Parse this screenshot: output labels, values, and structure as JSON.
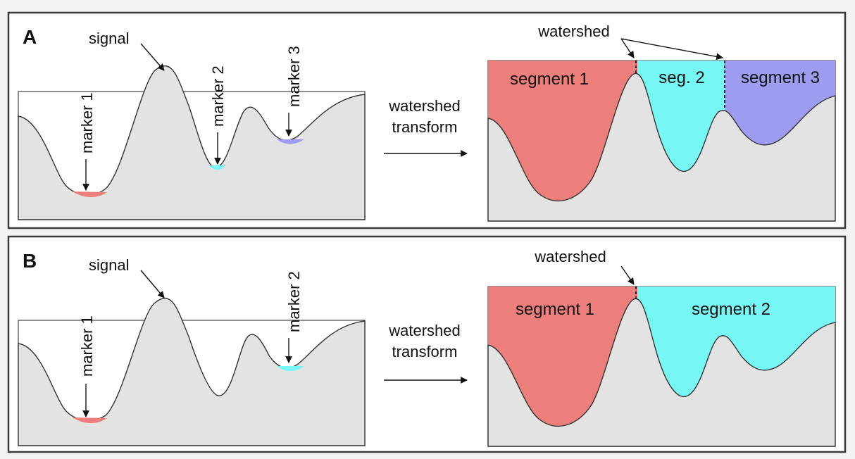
{
  "panel_a": {
    "label": "A",
    "signal_label": "signal",
    "markers": [
      "marker 1",
      "marker 2",
      "marker 3"
    ],
    "transform_label": [
      "watershed",
      "transform"
    ],
    "watershed_label": "watershed",
    "segments": [
      "segment 1",
      "seg. 2",
      "segment 3"
    ]
  },
  "panel_b": {
    "label": "B",
    "signal_label": "signal",
    "markers": [
      "marker 1",
      "marker 2"
    ],
    "transform_label": [
      "watershed",
      "transform"
    ],
    "watershed_label": "watershed",
    "segments": [
      "segment 1",
      "segment 2"
    ]
  },
  "colors": {
    "segment_red": "#ec7f7b",
    "segment_cyan": "#77f6f6",
    "segment_purple": "#9d9cf0",
    "signal_fill": "#e3e3e3"
  }
}
